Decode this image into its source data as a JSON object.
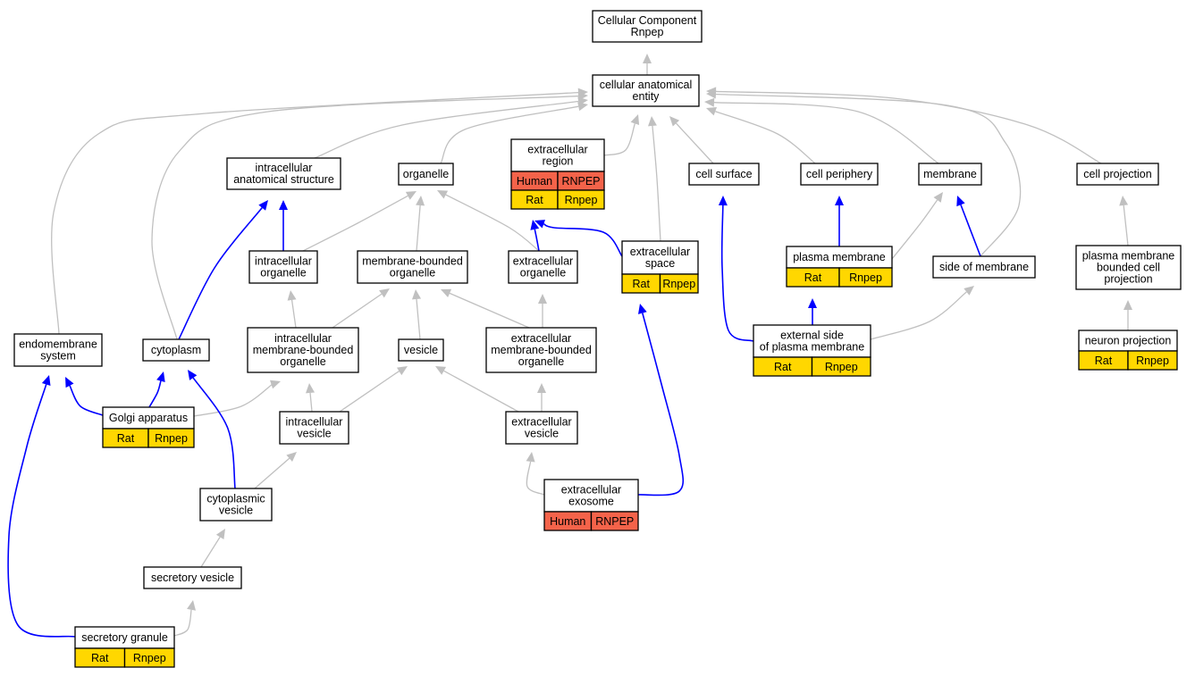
{
  "colors": {
    "rat": "#ffd700",
    "human": "#f4634a",
    "is_a_edge": "#c0c0c0",
    "part_of_edge": "#0000ff"
  },
  "nodes": {
    "root": {
      "lines": [
        "Cellular Component",
        "Rnpep"
      ]
    },
    "cae": {
      "lines": [
        "cellular anatomical",
        "entity"
      ]
    },
    "ias": {
      "lines": [
        "intracellular",
        "anatomical structure"
      ]
    },
    "organelle": {
      "lines": [
        "organelle"
      ]
    },
    "ecregion": {
      "lines": [
        "extracellular",
        "region"
      ],
      "rows": [
        {
          "species": "Human",
          "gene": "RNPEP",
          "kind": "human"
        },
        {
          "species": "Rat",
          "gene": "Rnpep",
          "kind": "rat"
        }
      ]
    },
    "cellsurface": {
      "lines": [
        "cell surface"
      ]
    },
    "periphery": {
      "lines": [
        "cell periphery"
      ]
    },
    "membrane": {
      "lines": [
        "membrane"
      ]
    },
    "projection": {
      "lines": [
        "cell projection"
      ]
    },
    "iorg": {
      "lines": [
        "intracellular",
        "organelle"
      ]
    },
    "mbo": {
      "lines": [
        "membrane-bounded",
        "organelle"
      ]
    },
    "ecorg": {
      "lines": [
        "extracellular",
        "organelle"
      ]
    },
    "ecspace": {
      "lines": [
        "extracellular",
        "space"
      ],
      "rows": [
        {
          "species": "Rat",
          "gene": "Rnpep",
          "kind": "rat"
        }
      ]
    },
    "pm": {
      "lines": [
        "plasma membrane"
      ],
      "rows": [
        {
          "species": "Rat",
          "gene": "Rnpep",
          "kind": "rat"
        }
      ]
    },
    "som": {
      "lines": [
        "side of membrane"
      ]
    },
    "pmbcp": {
      "lines": [
        "plasma membrane",
        "bounded cell",
        "projection"
      ]
    },
    "endo": {
      "lines": [
        "endomembrane",
        "system"
      ]
    },
    "cytoplasm": {
      "lines": [
        "cytoplasm"
      ]
    },
    "imbo": {
      "lines": [
        "intracellular",
        "membrane-bounded",
        "organelle"
      ]
    },
    "vesicle": {
      "lines": [
        "vesicle"
      ]
    },
    "ecmbo": {
      "lines": [
        "extracellular",
        "membrane-bounded",
        "organelle"
      ]
    },
    "espm": {
      "lines": [
        "external side",
        "of plasma membrane"
      ],
      "rows": [
        {
          "species": "Rat",
          "gene": "Rnpep",
          "kind": "rat"
        }
      ]
    },
    "neuron": {
      "lines": [
        "neuron projection"
      ],
      "rows": [
        {
          "species": "Rat",
          "gene": "Rnpep",
          "kind": "rat"
        }
      ]
    },
    "golgi": {
      "lines": [
        "Golgi apparatus"
      ],
      "rows": [
        {
          "species": "Rat",
          "gene": "Rnpep",
          "kind": "rat"
        }
      ]
    },
    "ivesicle": {
      "lines": [
        "intracellular",
        "vesicle"
      ]
    },
    "ecvesicle": {
      "lines": [
        "extracellular",
        "vesicle"
      ]
    },
    "cytovesicle": {
      "lines": [
        "cytoplasmic",
        "vesicle"
      ]
    },
    "exosome": {
      "lines": [
        "extracellular",
        "exosome"
      ],
      "rows": [
        {
          "species": "Human",
          "gene": "RNPEP",
          "kind": "human"
        }
      ]
    },
    "secvesicle": {
      "lines": [
        "secretory vesicle"
      ]
    },
    "secgranule": {
      "lines": [
        "secretory granule"
      ],
      "rows": [
        {
          "species": "Rat",
          "gene": "Rnpep",
          "kind": "rat"
        }
      ]
    }
  },
  "edges": [
    {
      "from": "cae",
      "to": "root",
      "type": "is_a"
    },
    {
      "from": "endo",
      "to": "cae",
      "type": "is_a"
    },
    {
      "from": "cytoplasm",
      "to": "cae",
      "type": "is_a"
    },
    {
      "from": "ias",
      "to": "cae",
      "type": "is_a"
    },
    {
      "from": "organelle",
      "to": "cae",
      "type": "is_a"
    },
    {
      "from": "ecregion",
      "to": "cae",
      "type": "is_a"
    },
    {
      "from": "ecspace",
      "to": "cae",
      "type": "is_a"
    },
    {
      "from": "cellsurface",
      "to": "cae",
      "type": "is_a"
    },
    {
      "from": "periphery",
      "to": "cae",
      "type": "is_a"
    },
    {
      "from": "membrane",
      "to": "cae",
      "type": "is_a"
    },
    {
      "from": "som",
      "to": "cae",
      "type": "is_a"
    },
    {
      "from": "projection",
      "to": "cae",
      "type": "is_a"
    },
    {
      "from": "iorg",
      "to": "ias",
      "type": "part_of"
    },
    {
      "from": "cytoplasm",
      "to": "ias",
      "type": "part_of"
    },
    {
      "from": "iorg",
      "to": "organelle",
      "type": "is_a"
    },
    {
      "from": "mbo",
      "to": "organelle",
      "type": "is_a"
    },
    {
      "from": "ecorg",
      "to": "organelle",
      "type": "is_a"
    },
    {
      "from": "ecorg",
      "to": "ecregion",
      "type": "part_of"
    },
    {
      "from": "ecspace",
      "to": "ecregion",
      "type": "part_of"
    },
    {
      "from": "imbo",
      "to": "iorg",
      "type": "is_a"
    },
    {
      "from": "imbo",
      "to": "mbo",
      "type": "is_a"
    },
    {
      "from": "vesicle",
      "to": "mbo",
      "type": "is_a"
    },
    {
      "from": "ecmbo",
      "to": "mbo",
      "type": "is_a"
    },
    {
      "from": "ecmbo",
      "to": "ecorg",
      "type": "is_a"
    },
    {
      "from": "exosome",
      "to": "ecspace",
      "type": "part_of"
    },
    {
      "from": "pm",
      "to": "periphery",
      "type": "part_of"
    },
    {
      "from": "pm",
      "to": "membrane",
      "type": "is_a"
    },
    {
      "from": "som",
      "to": "membrane",
      "type": "part_of"
    },
    {
      "from": "espm",
      "to": "pm",
      "type": "part_of"
    },
    {
      "from": "espm",
      "to": "cellsurface",
      "type": "part_of"
    },
    {
      "from": "espm",
      "to": "som",
      "type": "is_a"
    },
    {
      "from": "pmbcp",
      "to": "projection",
      "type": "is_a"
    },
    {
      "from": "neuron",
      "to": "pmbcp",
      "type": "is_a"
    },
    {
      "from": "golgi",
      "to": "endo",
      "type": "part_of"
    },
    {
      "from": "golgi",
      "to": "cytoplasm",
      "type": "part_of"
    },
    {
      "from": "golgi",
      "to": "imbo",
      "type": "is_a"
    },
    {
      "from": "ivesicle",
      "to": "imbo",
      "type": "is_a"
    },
    {
      "from": "ivesicle",
      "to": "vesicle",
      "type": "is_a"
    },
    {
      "from": "ecvesicle",
      "to": "vesicle",
      "type": "is_a"
    },
    {
      "from": "ecvesicle",
      "to": "ecmbo",
      "type": "is_a"
    },
    {
      "from": "cytovesicle",
      "to": "ivesicle",
      "type": "is_a"
    },
    {
      "from": "cytovesicle",
      "to": "cytoplasm",
      "type": "part_of"
    },
    {
      "from": "exosome",
      "to": "ecvesicle",
      "type": "is_a"
    },
    {
      "from": "secvesicle",
      "to": "cytovesicle",
      "type": "is_a"
    },
    {
      "from": "secgranule",
      "to": "secvesicle",
      "type": "is_a"
    },
    {
      "from": "secgranule",
      "to": "endo",
      "type": "part_of"
    }
  ]
}
